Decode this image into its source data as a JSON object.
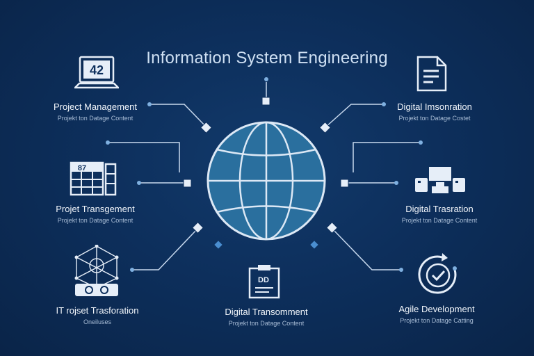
{
  "title": "Information System Engineering",
  "nodes": [
    {
      "label": "Project Management",
      "sub": "Projekt ton Datage Content",
      "icon": "laptop-icon",
      "icon_text": "42"
    },
    {
      "label": "Digital Imsonration",
      "sub": "Projekt ton Datage Costet",
      "icon": "document-icon"
    },
    {
      "label": "Projet Transgement",
      "sub": "Projekt ton Datage Content",
      "icon": "calendar-icon",
      "icon_text": "87"
    },
    {
      "label": "Digital Trasration",
      "sub": "Projekt ton Datage Content",
      "icon": "network-devices-icon"
    },
    {
      "label": "IT rojset Trasforation",
      "sub": "Oneiluses",
      "icon": "blockchain-icon"
    },
    {
      "label": "Digital Transomment",
      "sub": "Projekt ton Datage Content",
      "icon": "folder-icon",
      "icon_text": "DD"
    },
    {
      "label": "Agile Development",
      "sub": "Projekt ton Datage Catting",
      "icon": "agile-cycle-icon"
    }
  ],
  "colors": {
    "background": "#0d2f5c",
    "globe_fill": "#2a6f9e",
    "line": "#cfe0f3",
    "title": "#cfe0f3"
  }
}
